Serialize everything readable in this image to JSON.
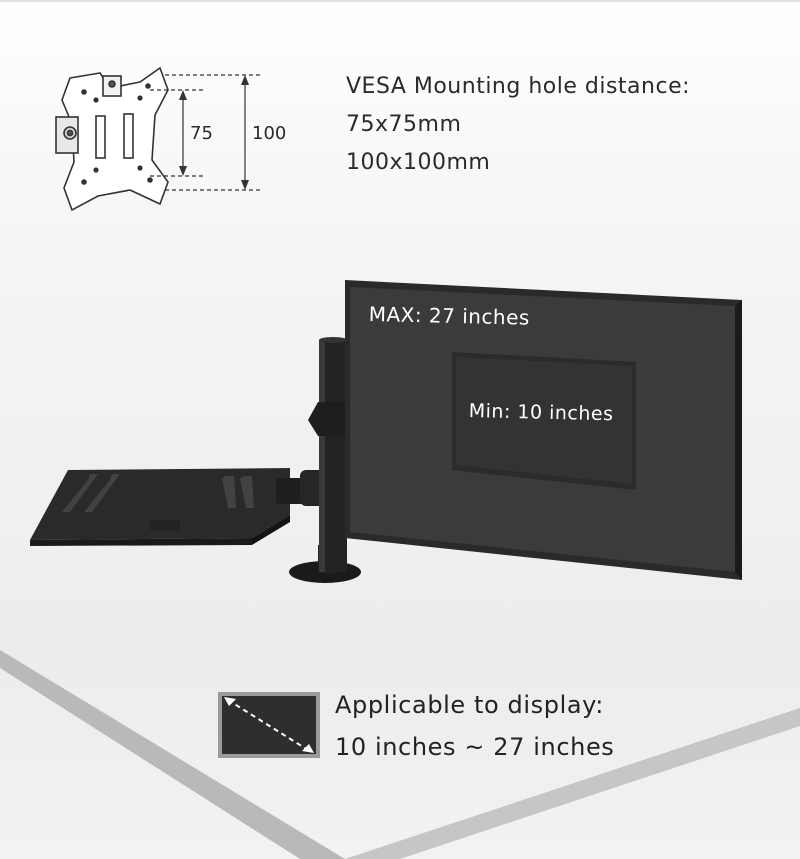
{
  "vesa": {
    "heading": "VESA Mounting hole distance:",
    "size_small": "75x75mm",
    "size_large": "100x100mm",
    "dim_inner": "75",
    "dim_outer": "100"
  },
  "monitor": {
    "max_label": "MAX: 27 inches",
    "min_label": "Min: 10 inches"
  },
  "display_range": {
    "line1": "Applicable to display:",
    "line2": "10 inches ~ 27 inches"
  },
  "colors": {
    "screen": "#3b3b3b",
    "frame": "#2c2c2c",
    "mount": "#1f1f1f",
    "band": "#b8b8b8"
  }
}
